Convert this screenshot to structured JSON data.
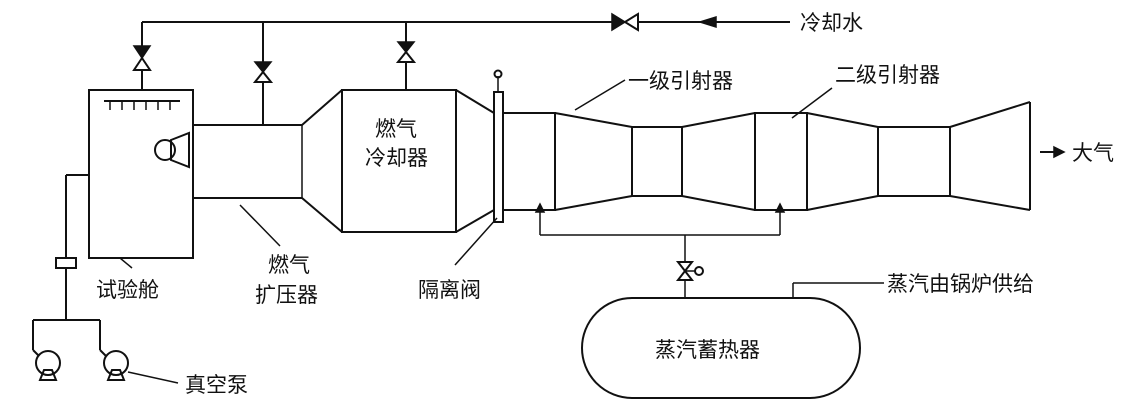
{
  "labels": {
    "cooling_water": "冷却水",
    "gas_cooler_line1": "燃气",
    "gas_cooler_line2": "冷却器",
    "ejector_stage1": "一级引射器",
    "ejector_stage2": "二级引射器",
    "atmosphere": "大气",
    "test_cabin": "试验舱",
    "gas_diffuser_line1": "燃气",
    "gas_diffuser_line2": "扩压器",
    "isolation_valve": "隔离阀",
    "steam_from_boiler": "蒸汽由锅炉供给",
    "steam_accumulator": "蒸汽蓄热器",
    "vacuum_pump": "真空泵"
  }
}
